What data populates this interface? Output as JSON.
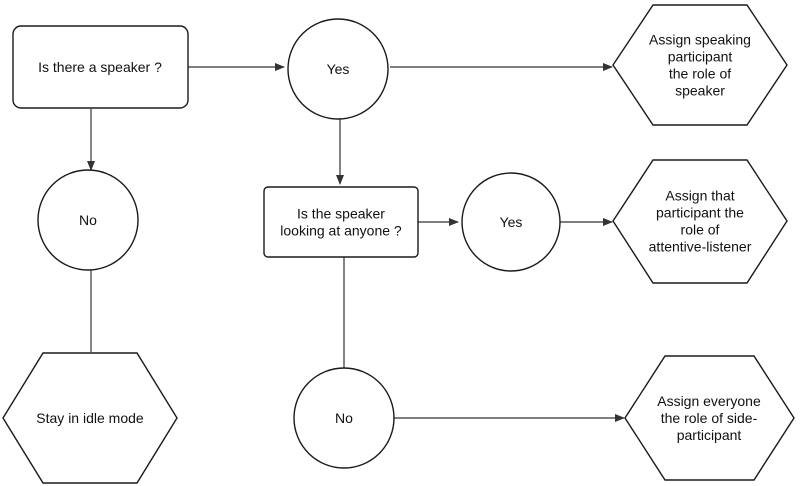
{
  "nodes": {
    "q_speaker": {
      "lines": [
        "Is there a speaker ?"
      ]
    },
    "yes_1": {
      "lines": [
        "Yes"
      ]
    },
    "assign_speaker": {
      "lines": [
        "Assign speaking",
        "participant",
        "the role of",
        "speaker"
      ]
    },
    "no_1": {
      "lines": [
        "No"
      ]
    },
    "q_looking": {
      "lines": [
        "Is the speaker",
        "looking at anyone ?"
      ]
    },
    "yes_2": {
      "lines": [
        "Yes"
      ]
    },
    "assign_listener": {
      "lines": [
        "Assign that",
        "participant the",
        "role of",
        "attentive-listener"
      ]
    },
    "idle": {
      "lines": [
        "Stay in idle mode"
      ]
    },
    "no_2": {
      "lines": [
        "No"
      ]
    },
    "assign_side": {
      "lines": [
        "Assign everyone",
        "the role of side-",
        "participant"
      ]
    }
  },
  "colors": {
    "stroke": "#1a1a1a",
    "arrow": "#333333",
    "text": "#111111",
    "background": "#ffffff"
  }
}
